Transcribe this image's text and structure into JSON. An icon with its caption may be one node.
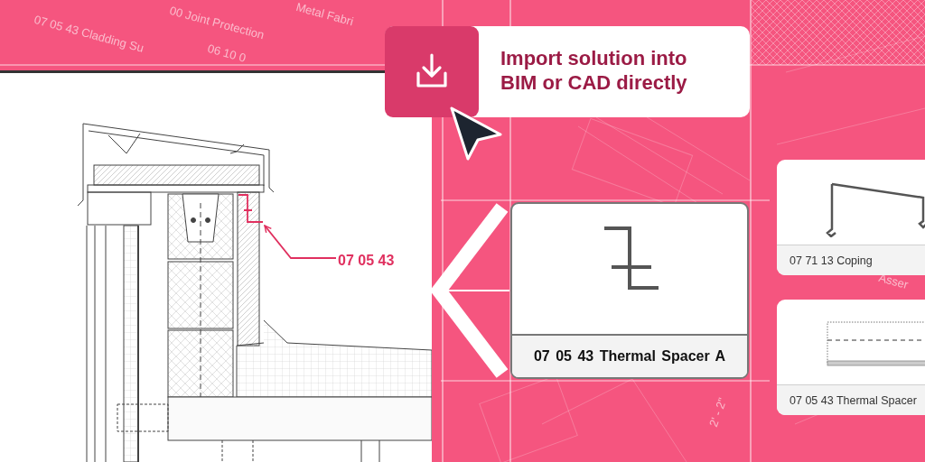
{
  "diagram": {
    "nodes": [
      {
        "text": [],
        "shape": "picture"
      },
      {
        "text": [],
        "shape": "picture",
        "in": 0
      },
      {
        "text": [
          "07 05 43"
        ],
        "in": 0
      },
      {
        "text": [
          "Import solution into BIM or CAD directly"
        ]
      },
      {
        "text": [
          "07 05 43 Thermal Spacer A"
        ]
      },
      {
        "text": [
          "07 71 13 Coping"
        ]
      },
      {
        "text": [
          "07 05 43 Thermal Spacer"
        ]
      }
    ],
    "edges": [
      {
        "from": 2,
        "to": 1,
        "arrow": "to",
        "color": "#e0305f"
      },
      {
        "from": 4,
        "to": 0,
        "arrow": "to",
        "color": "#ffffff"
      }
    ],
    "labels": [
      "Metal Fabri",
      "00 Joint Protection",
      "07 05 43 Cladding Su",
      "06 10 0",
      "Asser",
      "2' - 2\""
    ]
  }
}
